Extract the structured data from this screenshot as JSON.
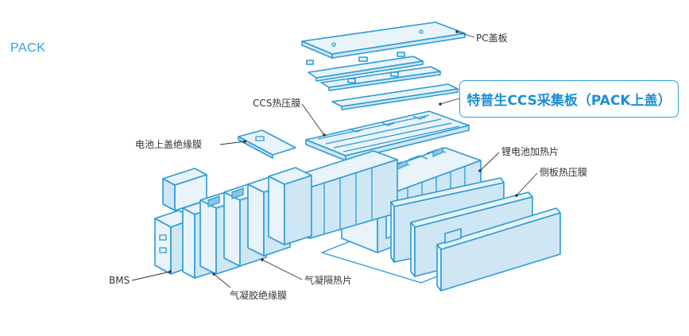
{
  "section_title": "PACK",
  "highlight": {
    "text": "特普生CCS采集板（PACK上盖）",
    "border_color": "#2ea0da",
    "text_color": "#1b8fd6"
  },
  "labels": {
    "pc_cover": "PC盖板",
    "ccs_film": "CCS热压膜",
    "top_insulation": "电池上盖绝缘膜",
    "lithium_heater": "锂电池加热片",
    "side_film": "侧板热压膜",
    "bms": "BMS",
    "aerogel_heat": "气凝隔热片",
    "aerogel_insulation": "气凝胶绝缘膜"
  },
  "colors": {
    "accent": "#2a9bd7",
    "panel_fill": "#e9f3fa",
    "text": "#333333"
  }
}
